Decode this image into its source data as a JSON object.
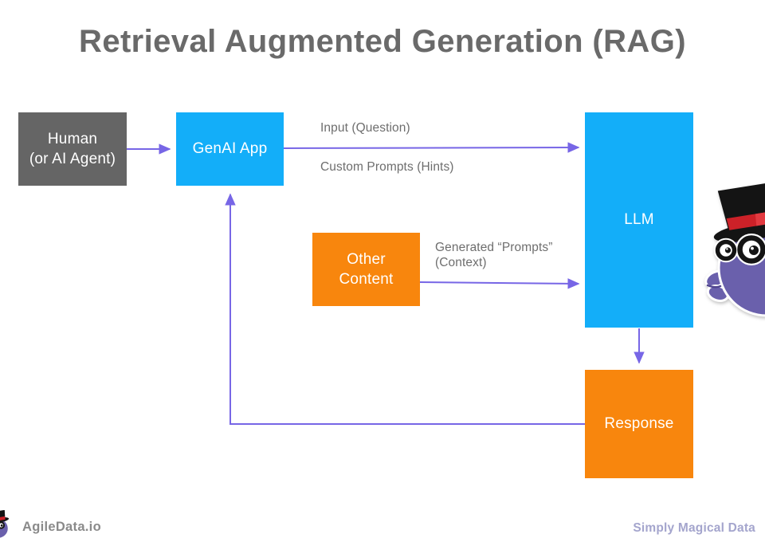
{
  "title": "Retrieval Augmented Generation (RAG)",
  "diagram": {
    "nodes": {
      "human": {
        "line1": "Human",
        "line2": "(or AI Agent)",
        "color": "#656565"
      },
      "genai": {
        "label": "GenAI App",
        "color": "#13AEF9"
      },
      "llm": {
        "label": "LLM",
        "color": "#13AEF9"
      },
      "other": {
        "line1": "Other",
        "line2": "Content",
        "color": "#F8860D"
      },
      "response": {
        "label": "Response",
        "color": "#F8860D"
      }
    },
    "edge_labels": {
      "input": "Input (Question)",
      "custom_prompts": "Custom Prompts (Hints)",
      "generated_line1": "Generated “Prompts”",
      "generated_line2": "(Context)"
    },
    "arrow_color": "#7766E6"
  },
  "footer": {
    "brand": "AgileData.io",
    "tagline": "Simply Magical Data"
  },
  "mascot": {
    "body_color": "#6A60AC",
    "hat_color": "#141414",
    "hat_band_color": "#CC2128"
  }
}
